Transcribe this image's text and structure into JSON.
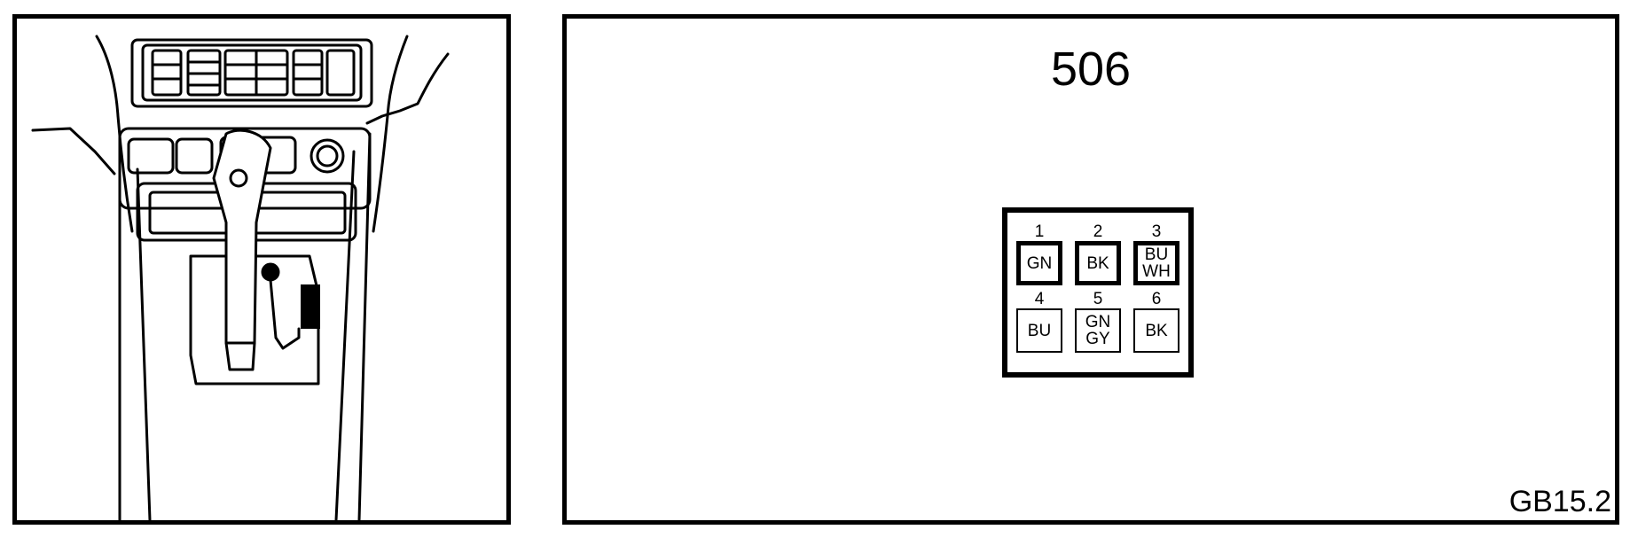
{
  "connector": {
    "title": "506",
    "reference": "GB15.2",
    "pins": [
      {
        "number": "1",
        "color": "GN",
        "emphasis": true
      },
      {
        "number": "2",
        "color": "BK",
        "emphasis": true
      },
      {
        "number": "3",
        "color": "BU\nWH",
        "emphasis": true
      },
      {
        "number": "4",
        "color": "BU",
        "emphasis": false
      },
      {
        "number": "5",
        "color": "GN\nGY",
        "emphasis": false
      },
      {
        "number": "6",
        "color": "BK",
        "emphasis": false
      }
    ]
  }
}
